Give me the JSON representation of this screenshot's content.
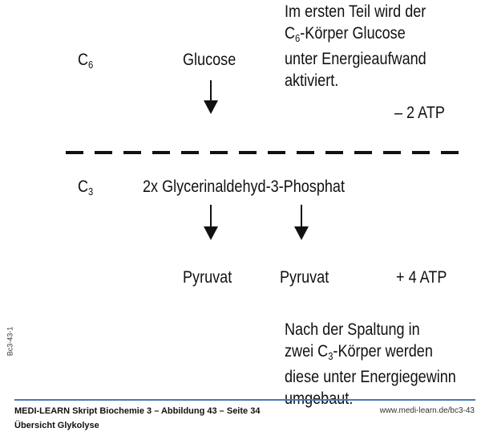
{
  "top_note": {
    "lines": [
      "Im ersten Teil wird der",
      "-Körper Glucose",
      "unter Energieaufwand",
      "aktiviert."
    ],
    "c": "C",
    "sub": "6"
  },
  "c6": {
    "c": "C",
    "sub": "6"
  },
  "glucose": "Glucose",
  "minus_atp": "– 2 ATP",
  "c3": {
    "c": "C",
    "sub": "3"
  },
  "gap": "2x Glycerinaldehyd-3-Phosphat",
  "pyruvat1": "Pyruvat",
  "pyruvat2": "Pyruvat",
  "plus_atp": "+ 4 ATP",
  "bottom_note": {
    "line1": "Nach der Spaltung in",
    "line2a": "zwei ",
    "c": "C",
    "sub": "3",
    "line2b": "-Körper werden",
    "line3": "diese unter Energiegewinn",
    "line4": "umgebaut."
  },
  "footer": {
    "title": "MEDI-LEARN Skript Biochemie 3 – Abbildung 43 – Seite 34",
    "subtitle": "Übersicht Glykolyse",
    "url": "www.medi-learn.de/bc3-43",
    "side_code": "Bc3-43-1"
  }
}
